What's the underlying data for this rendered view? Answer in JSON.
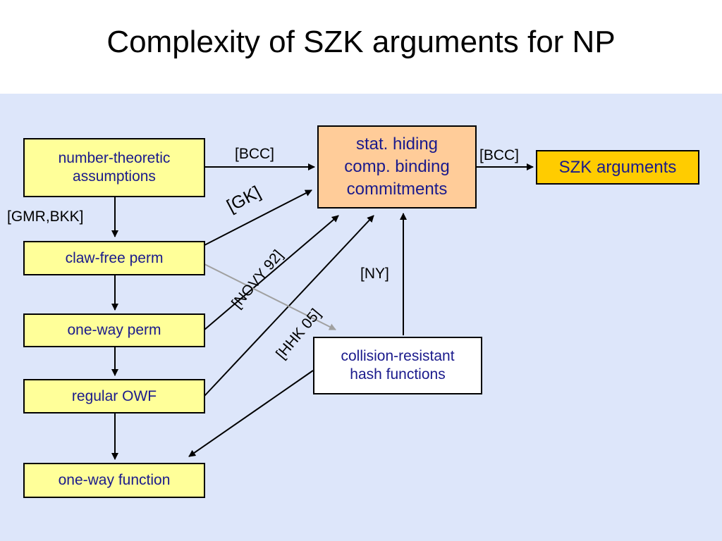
{
  "title": "Complexity of SZK arguments for NP",
  "nodes": {
    "number_theoretic": "number-theoretic assumptions",
    "claw_free": "claw-free perm",
    "one_way_perm": "one-way perm",
    "regular_owf": "regular OWF",
    "one_way_function": "one-way function",
    "commitments_line1": "stat. hiding",
    "commitments_line2": "comp. binding",
    "commitments_line3": "commitments",
    "crhf": "collision-resistant hash functions",
    "szk": "SZK arguments"
  },
  "edge_labels": {
    "bcc_1": "[BCC]",
    "bcc_2": "[BCC]",
    "gmr_bkk": "[GMR,BKK]",
    "gk": "[GK]",
    "novy": "[NOVY 92]",
    "hhk": "[HHK 05]",
    "ny": "[NY]"
  },
  "colors": {
    "background_panel": "#dde6fa",
    "yellow_box": "#ffff99",
    "commitments_box": "#ffcc99",
    "szk_box": "#ffcc00",
    "box_text": "#1a1a8c",
    "gray_arrow": "#a0a0a0"
  }
}
